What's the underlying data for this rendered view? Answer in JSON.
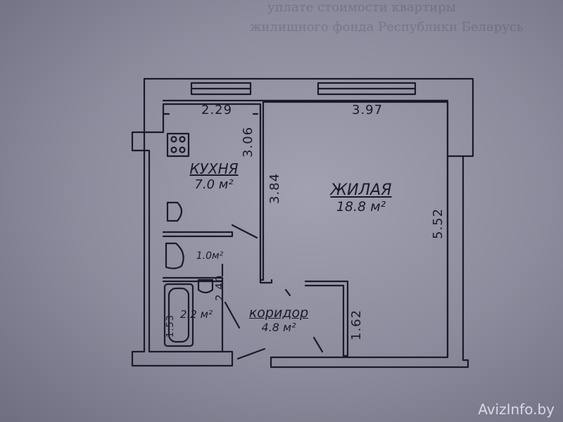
{
  "background_text": [
    "уплате стоимости квартиры",
    "жилищного фонда Республики Беларусь"
  ],
  "dimensions": {
    "kitchen_width": "2.29",
    "living_width": "3.97",
    "kitchen_depth": "3.06",
    "partition_length": "3.84",
    "living_depth": "5.52",
    "bath_block": "2.40",
    "corridor_side": "1.62",
    "bath_side": "1.53"
  },
  "rooms": {
    "kitchen": {
      "name": "КУХНЯ",
      "area": "7.0 м²"
    },
    "living": {
      "name": "ЖИЛАЯ",
      "area": "18.8 м²"
    },
    "toilet": {
      "area": "1.0м²"
    },
    "bath": {
      "area": "2.2 м²"
    },
    "corridor": {
      "name": "коридор",
      "area": "4.8 м²"
    }
  },
  "watermark": "AvizInfo.by",
  "colors": {
    "ink": "#1a1a28",
    "paper": "#9897a8"
  }
}
